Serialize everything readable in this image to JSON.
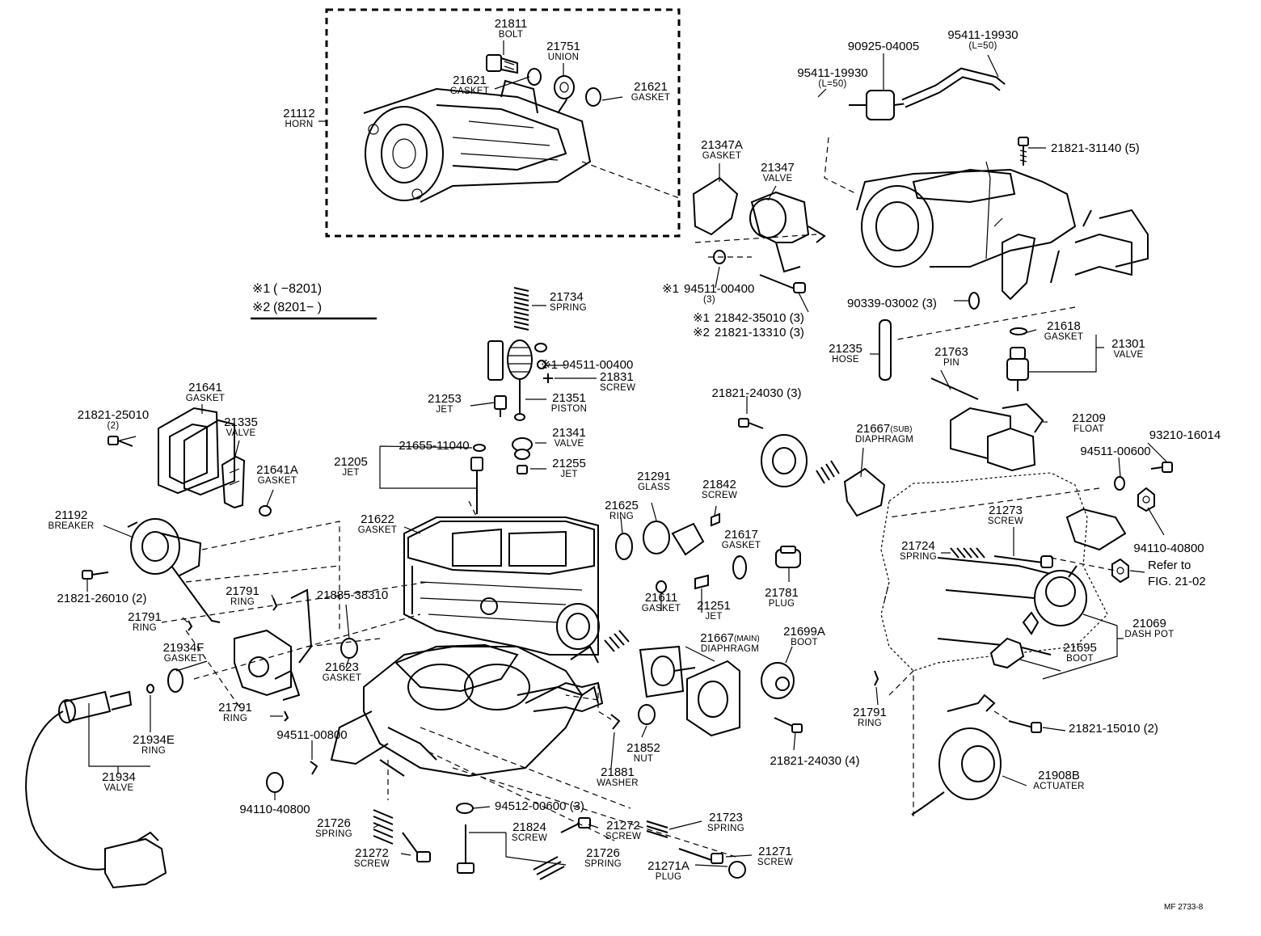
{
  "legend": {
    "mark1": "※1",
    "range1": "(      −8201)",
    "mark2": "※2",
    "range2": "(8201−       )"
  },
  "footer_code": "MF  2733-8",
  "callouts": [
    {
      "num": "21811",
      "name": "BOLT"
    },
    {
      "num": "21751",
      "name": "UNION"
    },
    {
      "num": "21621",
      "name": "GASKET",
      "id": "a"
    },
    {
      "num": "21621",
      "name": "GASKET",
      "id": "b"
    },
    {
      "num": "21112",
      "name": "HORN"
    },
    {
      "num": "90925-04005",
      "name": ""
    },
    {
      "num": "95411-19930",
      "name": "(L=50)",
      "id": "a"
    },
    {
      "num": "95411-19930",
      "name": "(L=50)",
      "id": "b"
    },
    {
      "num": "21821-31140 (5)",
      "name": ""
    },
    {
      "num": "21347A",
      "name": "GASKET"
    },
    {
      "num": "21347",
      "name": "VALVE"
    },
    {
      "num": "94511-00400",
      "name": "(3)",
      "prefix": "※1"
    },
    {
      "num": "21842-35010 (3)",
      "name": "",
      "prefix": "※1"
    },
    {
      "num": "21821-13310 (3)",
      "name": "",
      "prefix": "※2"
    },
    {
      "num": "90339-03002 (3)",
      "name": ""
    },
    {
      "num": "21618",
      "name": "GASKET"
    },
    {
      "num": "21301",
      "name": "VALVE"
    },
    {
      "num": "21235",
      "name": "HOSE"
    },
    {
      "num": "21763",
      "name": "PIN"
    },
    {
      "num": "21734",
      "name": "SPRING"
    },
    {
      "num": "94511-00400",
      "name": "",
      "prefix": "※1"
    },
    {
      "num": "21831",
      "name": "SCREW"
    },
    {
      "num": "21253",
      "name": "JET"
    },
    {
      "num": "21351",
      "name": "PISTON"
    },
    {
      "num": "21341",
      "name": "VALVE"
    },
    {
      "num": "21255",
      "name": "JET"
    },
    {
      "num": "21655-11040",
      "name": ""
    },
    {
      "num": "21205",
      "name": "JET"
    },
    {
      "num": "21641",
      "name": "GASKET"
    },
    {
      "num": "21821-25010",
      "name": "(2)"
    },
    {
      "num": "21335",
      "name": "VALVE"
    },
    {
      "num": "21641A",
      "name": "GASKET"
    },
    {
      "num": "21192",
      "name": "BREAKER"
    },
    {
      "num": "21821-26010 (2)",
      "name": ""
    },
    {
      "num": "21622",
      "name": "GASKET"
    },
    {
      "num": "21821-24030 (3)",
      "name": ""
    },
    {
      "num": "21667",
      "name": "DIAPHRAGM",
      "tag": "(SUB)"
    },
    {
      "num": "21209",
      "name": "FLOAT"
    },
    {
      "num": "93210-16014",
      "name": ""
    },
    {
      "num": "94511-00600",
      "name": ""
    },
    {
      "num": "94110-40800",
      "name": "",
      "id": "a"
    },
    {
      "num": "21291",
      "name": "GLASS"
    },
    {
      "num": "21842",
      "name": "SCREW"
    },
    {
      "num": "21625",
      "name": "RING"
    },
    {
      "num": "21617",
      "name": "GASKET"
    },
    {
      "num": "21273",
      "name": "SCREW"
    },
    {
      "num": "21724",
      "name": "SPRING"
    },
    {
      "num": "Refer to",
      "name": "FIG. 21-02"
    },
    {
      "num": "21791",
      "name": "RING",
      "id": "a"
    },
    {
      "num": "21885-38310",
      "name": ""
    },
    {
      "num": "21791",
      "name": "RING",
      "id": "b"
    },
    {
      "num": "21781",
      "name": "PLUG"
    },
    {
      "num": "21611",
      "name": "GASKET"
    },
    {
      "num": "21251",
      "name": "JET"
    },
    {
      "num": "21667",
      "name": "DIAPHRAGM",
      "tag": "(MAIN)"
    },
    {
      "num": "21699A",
      "name": "BOOT"
    },
    {
      "num": "21069",
      "name": "DASH POT"
    },
    {
      "num": "21934F",
      "name": "GASKET"
    },
    {
      "num": "21623",
      "name": "GASKET"
    },
    {
      "num": "21695",
      "name": "BOOT"
    },
    {
      "num": "21791",
      "name": "RING",
      "id": "c"
    },
    {
      "num": "21791",
      "name": "RING",
      "id": "d"
    },
    {
      "num": "21934E",
      "name": "RING"
    },
    {
      "num": "94511-00800",
      "name": ""
    },
    {
      "num": "21852",
      "name": "NUT"
    },
    {
      "num": "21821-24030 (4)",
      "name": ""
    },
    {
      "num": "21821-15010 (2)",
      "name": ""
    },
    {
      "num": "21934",
      "name": "VALVE"
    },
    {
      "num": "21881",
      "name": "WASHER"
    },
    {
      "num": "21908B",
      "name": "ACTUATER"
    },
    {
      "num": "94110-40800",
      "name": "",
      "id": "b"
    },
    {
      "num": "94512-00600 (3)",
      "name": ""
    },
    {
      "num": "21726",
      "name": "SPRING",
      "id": "a"
    },
    {
      "num": "21824",
      "name": "SCREW"
    },
    {
      "num": "21272",
      "name": "SCREW",
      "id": "a"
    },
    {
      "num": "21723",
      "name": "SPRING"
    },
    {
      "num": "21272",
      "name": "SCREW",
      "id": "b"
    },
    {
      "num": "21726",
      "name": "SPRING",
      "id": "b"
    },
    {
      "num": "21271",
      "name": "SCREW"
    },
    {
      "num": "21271A",
      "name": "PLUG"
    }
  ]
}
